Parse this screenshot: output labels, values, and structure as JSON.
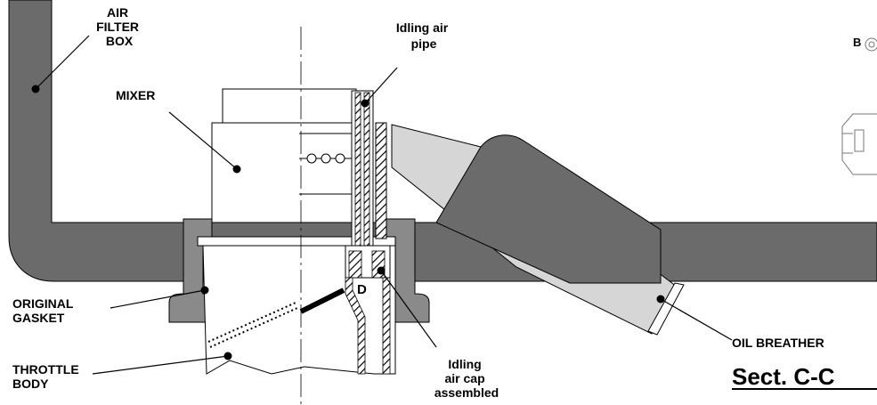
{
  "labels": {
    "air_filter_box": [
      "AIR",
      "FILTER",
      "BOX"
    ],
    "mixer": "MIXER",
    "idling_air_pipe": [
      "Idling air",
      "pipe"
    ],
    "original_gasket": [
      "ORIGINAL",
      "GASKET"
    ],
    "throttle_body": [
      "THROTTLE",
      "BODY"
    ],
    "idling_air_cap": [
      "Idling",
      "air cap",
      "assembled"
    ],
    "oil_breather": "OIL BREATHER",
    "point_d": "D",
    "point_b": "B",
    "section": "Sect. C-C"
  },
  "colors": {
    "dark_part": "#6b6b6b",
    "gasket": "#8a8a8a",
    "breather": "#d6d6d6",
    "outline": "#000000"
  }
}
